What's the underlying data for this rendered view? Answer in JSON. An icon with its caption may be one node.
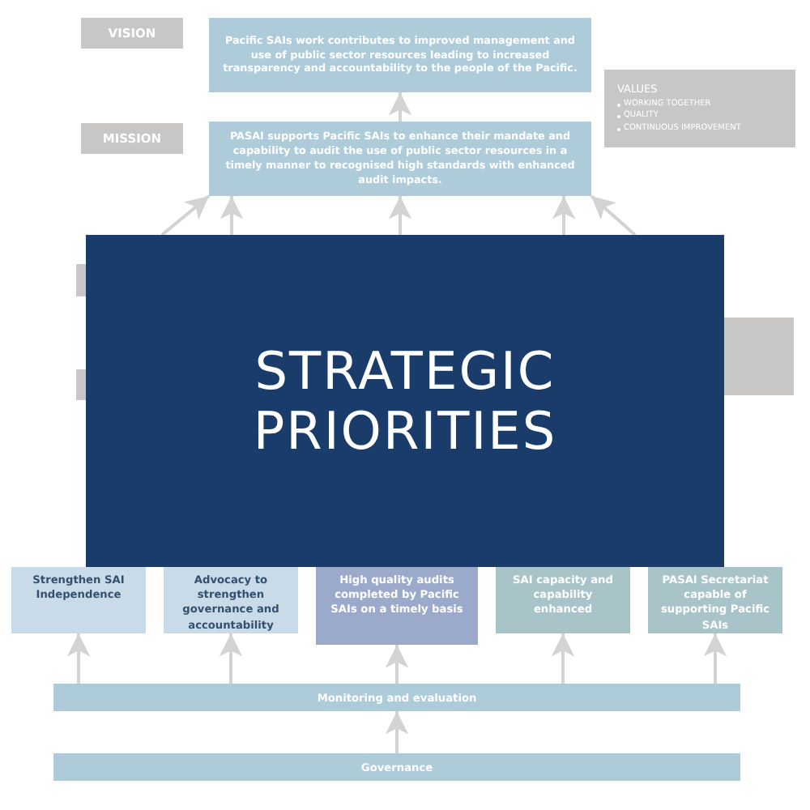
{
  "diagram": {
    "nodes": [
      {
        "text": [
          "VISION"
        ]
      },
      {
        "text": [
          "Pacific SAIs work contributes to improved management and use of public sector resources leading to increased transparency and accountability to the people of the Pacific."
        ]
      },
      {
        "text": [
          "VALUES",
          "WORKING TOGETHER",
          "QUALITY",
          "CONTINUOUS IMPROVEMENT"
        ]
      },
      {
        "text": [
          "MISSION"
        ]
      },
      {
        "text": [
          "PASAI supports Pacific SAIs to enhance their mandate and capability to audit the use of public sector resources in a timely manner to recognised high standards with enhanced audit impacts."
        ]
      },
      {
        "text": [],
        "shape": "box"
      },
      {
        "text": [],
        "shape": "box"
      },
      {
        "text": [],
        "shape": "box"
      },
      {
        "text": [
          "STRATEGIC PRIORITIES"
        ]
      },
      {
        "text": [
          "Strengthen SAI Independence"
        ]
      },
      {
        "text": [
          "Advocacy to strengthen governance and accountability"
        ]
      },
      {
        "text": [
          "High quality audits completed by Pacific SAIs on a timely basis"
        ]
      },
      {
        "text": [
          "SAI capacity and capability enhanced"
        ]
      },
      {
        "text": [
          "PASAI Secretariat capable of supporting Pacific SAIs"
        ]
      },
      {
        "text": [
          "Monitoring and evaluation"
        ]
      },
      {
        "text": [
          "Governance"
        ]
      }
    ],
    "edges": [
      {
        "from": 4,
        "to": 1,
        "arrow": "to"
      },
      {
        "from": 8,
        "to": 4,
        "arrow": "to"
      },
      {
        "from": 8,
        "to": 4,
        "arrow": "to"
      },
      {
        "from": 8,
        "to": 4,
        "arrow": "to"
      },
      {
        "from": 8,
        "to": 4,
        "arrow": "to"
      },
      {
        "from": 8,
        "to": 4,
        "arrow": "to"
      },
      {
        "from": 14,
        "to": 9,
        "arrow": "to"
      },
      {
        "from": 14,
        "to": 10,
        "arrow": "to"
      },
      {
        "from": 14,
        "to": 11,
        "arrow": "to"
      },
      {
        "from": 14,
        "to": 12,
        "arrow": "to"
      },
      {
        "from": 14,
        "to": 13,
        "arrow": "to"
      },
      {
        "from": 15,
        "to": 14,
        "arrow": "to"
      }
    ]
  }
}
